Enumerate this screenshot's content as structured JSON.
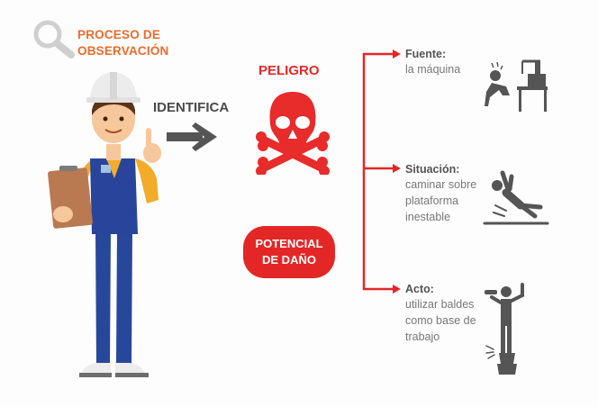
{
  "header": {
    "title_line1": "PROCESO DE",
    "title_line2": "OBSERVACIÓN",
    "icon": "magnifier-icon"
  },
  "flow": {
    "verb": "IDENTIFICA",
    "hazard_label": "PELIGRO",
    "hazard_icon": "skull-crossbones-icon",
    "damage_line1": "POTENCIAL",
    "damage_line2": "DE DAÑO"
  },
  "items": [
    {
      "title": "Fuente:",
      "lines": [
        "la máquina"
      ],
      "icon": "worker-hit-by-machine-icon"
    },
    {
      "title": "Situación:",
      "lines": [
        "caminar sobre",
        "plataforma",
        "inestable"
      ],
      "icon": "person-slipping-icon"
    },
    {
      "title": "Acto:",
      "lines": [
        "utilizar baldes",
        "como base de",
        "trabajo"
      ],
      "icon": "person-standing-on-buckets-icon"
    }
  ],
  "colors": {
    "accent_orange": "#ee6a2c",
    "hazard_red": "#e32726",
    "text_dark": "#4a4a4a",
    "icon_gray": "#555555"
  }
}
